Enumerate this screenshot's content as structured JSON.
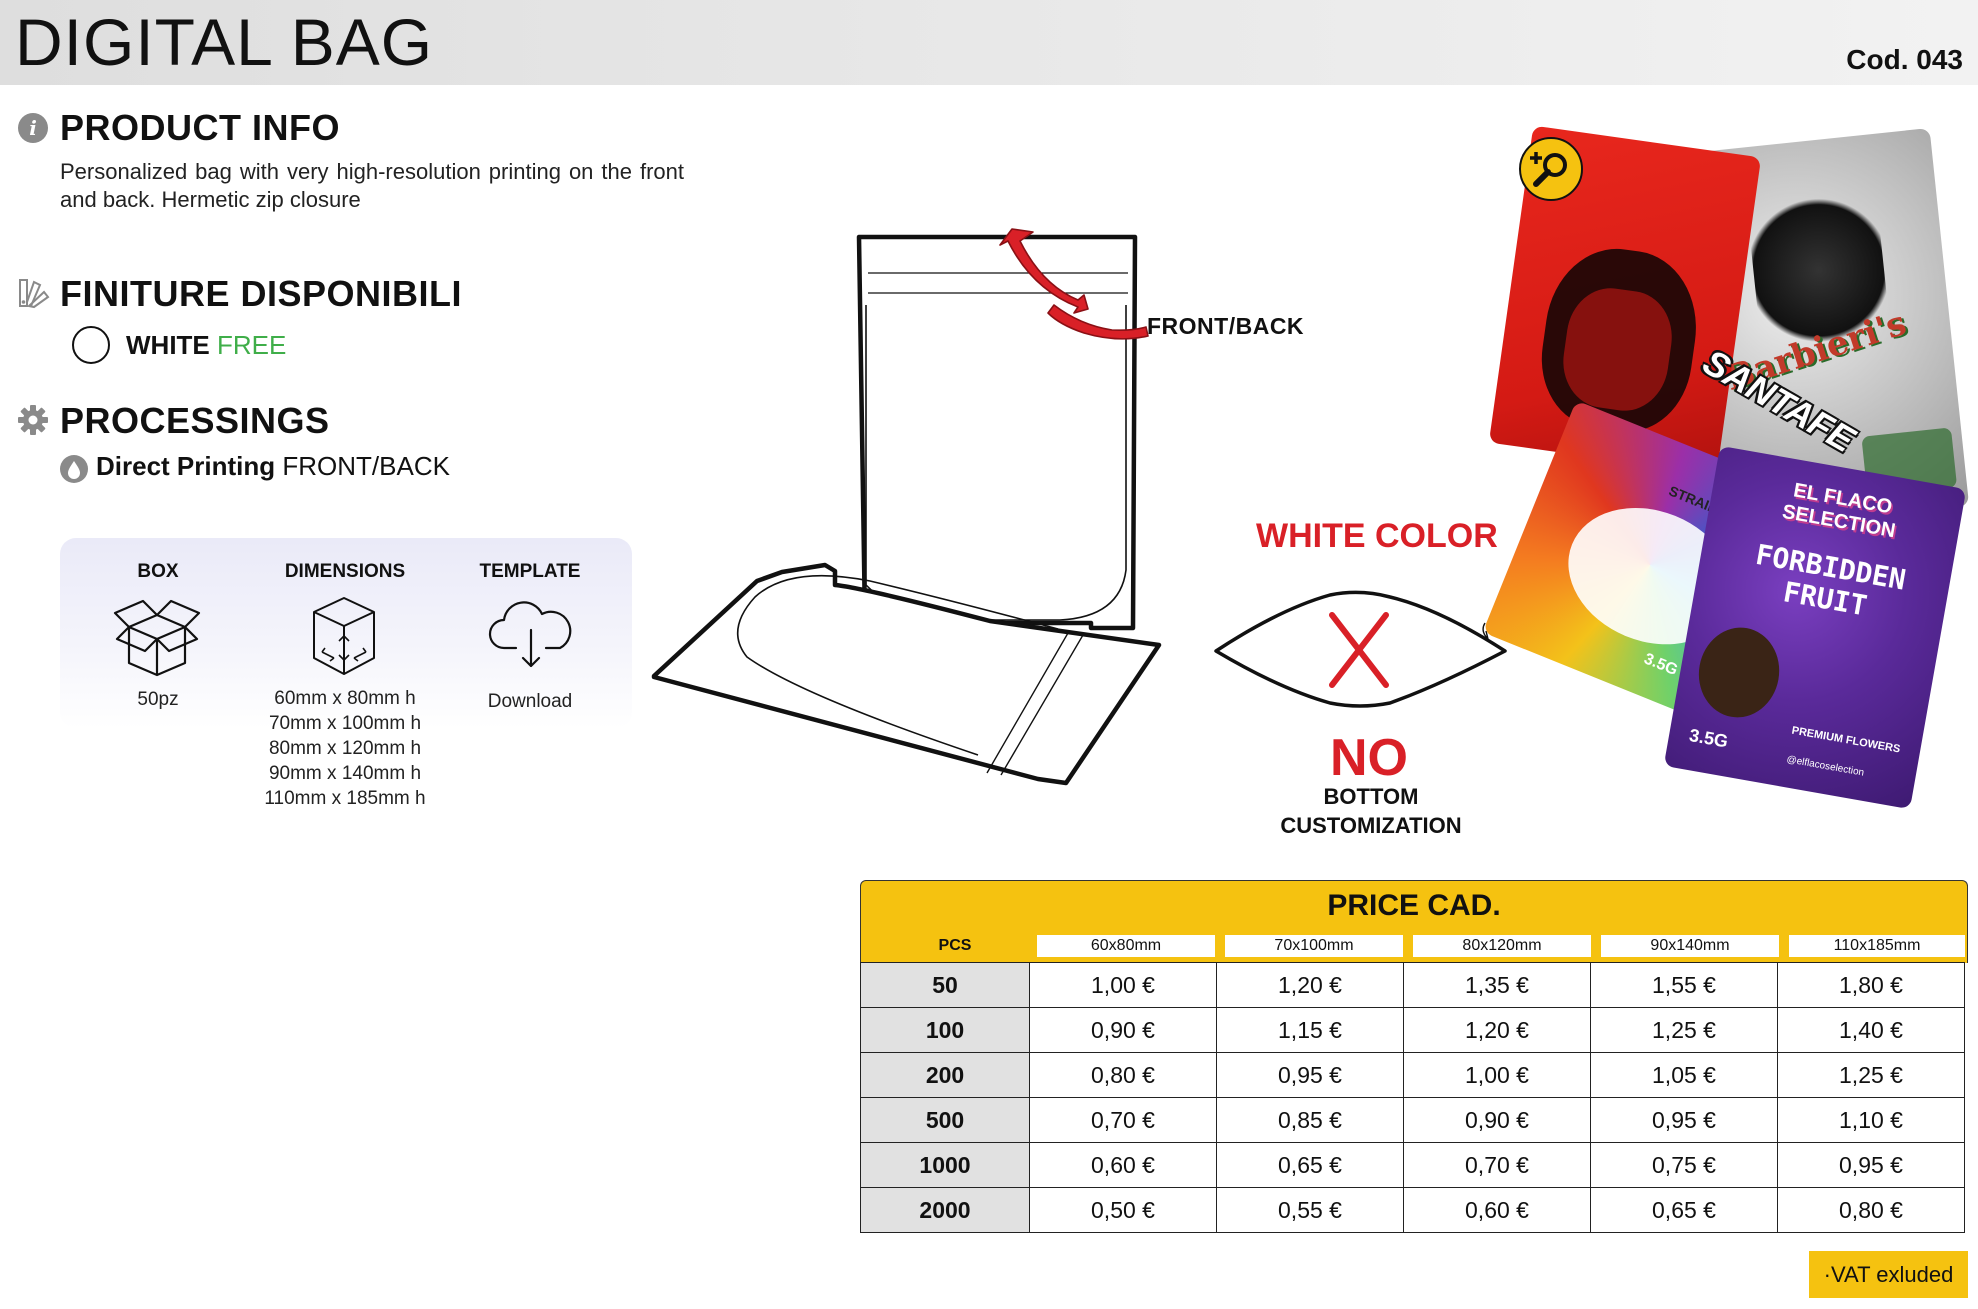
{
  "header": {
    "title": "DIGITAL BAG",
    "code": "Cod. 043"
  },
  "product_info": {
    "title": "PRODUCT INFO",
    "description": "Personalized bag with very high-resolution printing on the front and back. Hermetic zip closure"
  },
  "finishes": {
    "title": "FINITURE DISPONIBILI",
    "option_label": "WHITE",
    "option_price": "FREE"
  },
  "processings": {
    "title": "PROCESSINGS",
    "item_bold": "Direct Printing",
    "item_rest": "FRONT/BACK"
  },
  "specs": {
    "box": {
      "label": "BOX",
      "value": "50pz",
      "icon": "box-icon"
    },
    "dimensions": {
      "label": "DIMENSIONS",
      "icon": "cube-icon",
      "values": [
        "60mm x 80mm h",
        "70mm x 100mm h",
        "80mm x 120mm h",
        "90mm x 140mm h",
        "110mm x 185mm h"
      ]
    },
    "template": {
      "label": "TEMPLATE",
      "value": "Download",
      "icon": "cloud-download-icon"
    }
  },
  "diagram": {
    "front_back": "FRONT/BACK",
    "white_color": "WHITE COLOR",
    "no": "NO",
    "no_customization": [
      "BOTTOM",
      "CUSTOMIZATION"
    ]
  },
  "collage": {
    "bag1_text": "",
    "bag2_text": "Barbieri's",
    "bag3_text": "SANTAFE",
    "bag4_text": "STRAIN:",
    "bag4_weight": "3.5G",
    "bag5_brand": "EL FLACO SELECTION",
    "bag5_title": [
      "FORBIDDEN",
      "FRUIT"
    ],
    "bag5_weight": "3.5G",
    "bag5_footer": "PREMIUM FLOWERS",
    "bag5_handle": "@elflacoselection",
    "zoom_icon": "zoom-plus-icon"
  },
  "price_table": {
    "title": "PRICE CAD.",
    "qty_header": "PCS",
    "sizes": [
      "60x80mm",
      "70x100mm",
      "80x120mm",
      "90x140mm",
      "110x185mm"
    ],
    "rows": [
      {
        "qty": "50",
        "prices": [
          "1,00 €",
          "1,20 €",
          "1,35 €",
          "1,55 €",
          "1,80 €"
        ]
      },
      {
        "qty": "100",
        "prices": [
          "0,90 €",
          "1,15 €",
          "1,20 €",
          "1,25 €",
          "1,40 €"
        ]
      },
      {
        "qty": "200",
        "prices": [
          "0,80 €",
          "0,95 €",
          "1,00 €",
          "1,05 €",
          "1,25 €"
        ]
      },
      {
        "qty": "500",
        "prices": [
          "0,70 €",
          "0,85 €",
          "0,90 €",
          "0,95 €",
          "1,10 €"
        ]
      },
      {
        "qty": "1000",
        "prices": [
          "0,60 €",
          "0,65 €",
          "0,70 €",
          "0,75 €",
          "0,95 €"
        ]
      },
      {
        "qty": "2000",
        "prices": [
          "0,50 €",
          "0,55 €",
          "0,60 €",
          "0,65 €",
          "0,80 €"
        ]
      }
    ],
    "vat_note": "·VAT exluded"
  },
  "colors": {
    "accent_yellow": "#f5c210",
    "accent_red": "#d92027",
    "free_green": "#3fae49"
  }
}
